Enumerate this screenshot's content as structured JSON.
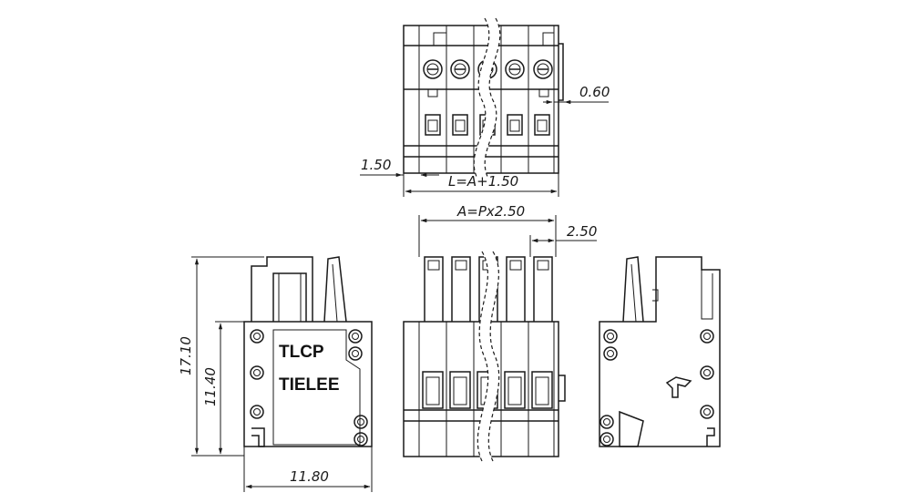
{
  "dimensions": {
    "pitch_gap": "0.60",
    "edge_offset": "1.50",
    "length_formula": "L=A+1.50",
    "span_formula": "A=Px2.50",
    "pitch": "2.50",
    "total_height": "17.10",
    "body_height": "11.40",
    "depth": "11.80"
  },
  "branding": {
    "line1": "TLCP",
    "line2": "TIELEE"
  }
}
